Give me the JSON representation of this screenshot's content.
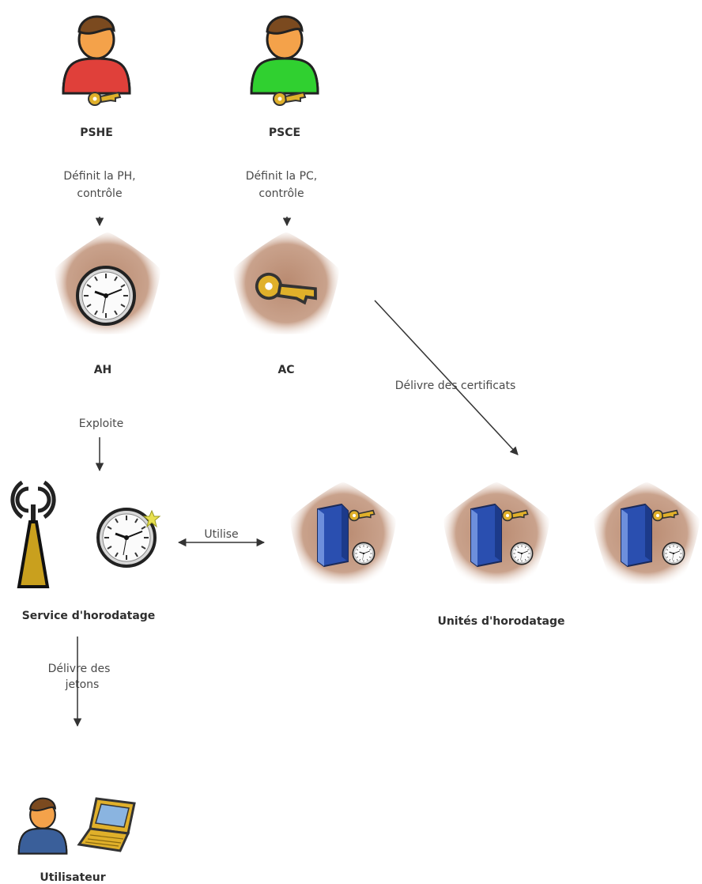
{
  "nodes": {
    "pshe": "PSHE",
    "psce": "PSCE",
    "ah": "AH",
    "ac": "AC",
    "service": "Service d'horodatage",
    "units": "Unités d'horodatage",
    "user": "Utilisateur"
  },
  "edges": {
    "pshe_line1": "Définit la PH,",
    "pshe_line2": "contrôle",
    "psce_line1": "Définit la PC,",
    "psce_line2": "contrôle",
    "ac_to_units": "Délivre des certificats",
    "ah_to_service": "Exploite",
    "service_units": "Utilise",
    "service_user_line1": "Délivre des",
    "service_user_line2": "jetons"
  },
  "colors": {
    "pshe_body": "#e0403a",
    "psce_body": "#30d030",
    "user_body": "#3a5f9a",
    "pentagon": "#c9a28c",
    "key": "#e0b02a"
  },
  "icons": [
    "person-icon",
    "key-icon",
    "clock-icon",
    "antenna-icon",
    "server-icon",
    "laptop-icon"
  ]
}
